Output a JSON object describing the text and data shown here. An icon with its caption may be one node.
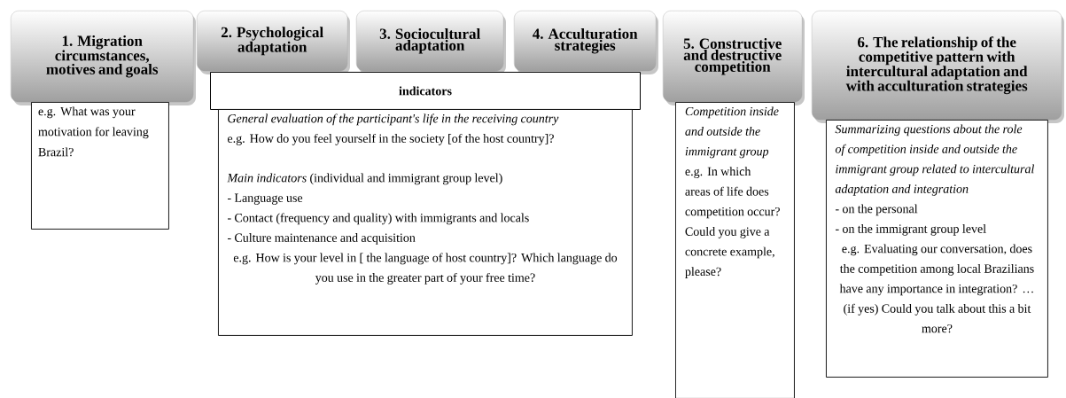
{
  "diagram": {
    "nodes": [
      {
        "text": [
          "1. Migration circumstances, motives and goals"
        ]
      },
      {
        "text": [
          "e.g. What was your motivation for leaving Brazil?"
        ]
      },
      {
        "text": [
          "2. Psychological adaptation"
        ]
      },
      {
        "text": [
          "3. Sociocultural adaptation"
        ]
      },
      {
        "text": [
          "4. Acculturation strategies"
        ]
      },
      {
        "text": [
          "indicators"
        ]
      },
      {
        "text": [
          "General evaluation of the participant's life in the receiving country",
          "e.g. How do you feel yourself in the society [of the host country]?",
          "*Main indicators* (individual and immigrant group level)",
          "- Language use",
          "- Contact (frequency and quality) with immigrants and locals",
          "- Culture maintenance and acquisition",
          "e.g. How is your level in [ the language of host country]? Which language do you use in the greater part of your free time?"
        ]
      },
      {
        "text": [
          "5. Constructive and destructive competition"
        ]
      },
      {
        "text": [
          "Competition inside and outside the immigrant group",
          "e.g. In which areas of life does competition occur?",
          "Could you give a concrete example, please?"
        ]
      },
      {
        "text": [
          "6. The relationship of the competitive pattern with intercultural adaptation and with acculturation strategies"
        ]
      },
      {
        "text": [
          "Summarizing questions about the role of competition inside and outside the immigrant group related to intercultural adaptation and integration",
          "- on the personal",
          "- on the immigrant group level",
          "e.g. Evaluating our conversation, does the competition among local Brazilians have any importance in integration? … (if yes) Could you talk about this a bit more?"
        ]
      }
    ]
  }
}
